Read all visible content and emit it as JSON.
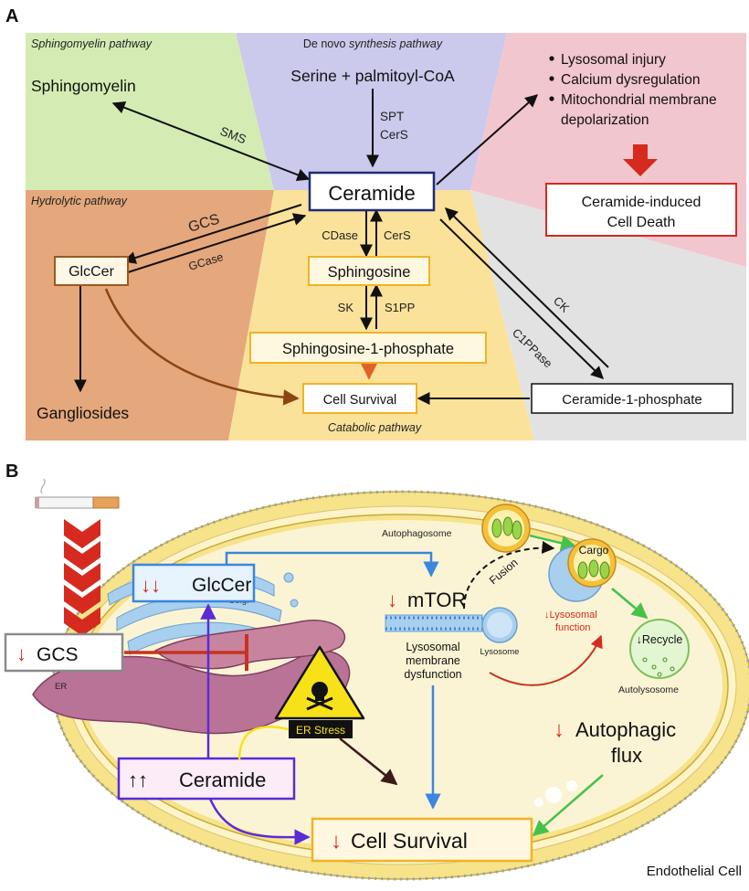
{
  "panel_a": {
    "panel_label": "A",
    "regions": {
      "sphingomyelin": "Sphingomyelin pathway",
      "denovo_prefix": "De novo",
      "denovo_suffix": " synthesis pathway",
      "hydrolytic": "Hydrolytic pathway",
      "catabolic": "Catabolic pathway"
    },
    "nodes": {
      "sphingomyelin": "Sphingomyelin",
      "serine": "Serine + palmitoyl-CoA",
      "ceramide": "Ceramide",
      "glccer": "GlcCer",
      "sphingosine": "Sphingosine",
      "s1p": "Sphingosine-1-phosphate",
      "cell_survival": "Cell Survival",
      "c1p": "Ceramide-1-phosphate",
      "gangliosides": "Gangliosides",
      "cell_death_line1": "Ceramide-induced",
      "cell_death_line2": "Cell Death"
    },
    "enzymes": {
      "sms": "SMS",
      "spt": "SPT",
      "cers_top": "CerS",
      "gcs": "GCS",
      "gcase": "GCase",
      "cdase": "CDase",
      "cers": "CerS",
      "sk": "SK",
      "s1pp": "S1PP",
      "ck": "CK",
      "c1ppase": "C1PPase"
    },
    "effects": [
      "Lysosomal injury",
      "Calcium dysregulation",
      "Mitochondrial membrane",
      "depolarization"
    ],
    "colors": {
      "sphingomyelin_region": "#d4ecb4",
      "denovo_region": "#cbc9ec",
      "death_region": "#f2c6cf",
      "hydrolytic_region": "#e5a77c",
      "catabolic_region": "#fbe29a",
      "c1p_region": "#e2e2e2",
      "node_border_yellow": "#f0b323",
      "glccer_border": "#9b5a1e",
      "death_border": "#d62a1f",
      "ceramide_border": "#1f2a74",
      "survival_arrow": "#8b4513"
    }
  },
  "panel_b": {
    "panel_label": "B",
    "labels": {
      "glccer": "GlcCer",
      "gcs": "GCS",
      "ceramide": "Ceramide",
      "cell_survival": "Cell Survival",
      "mtor": "mTOR",
      "er_stress": "ER Stress",
      "golgi": "Golgi",
      "er": "ER",
      "autophagosome": "Autophagosome",
      "fusion": "Fusion",
      "cargo": "Cargo",
      "lysosome": "Lysosome",
      "lysosomal_function_line1": "Lysosomal",
      "lysosomal_function_line2": "function",
      "recycle": "Recycle",
      "autolysosome": "Autolysosome",
      "lysosomal_dysfunction_line1": "Lysosomal",
      "lysosomal_dysfunction_line2": "membrane",
      "lysosomal_dysfunction_line3": "dysfunction",
      "autophagic_line1": "Autophagic",
      "autophagic_line2": "flux",
      "endothelial_cell": "Endothelial Cell"
    },
    "symbols": {
      "down_arrow": "↓",
      "double_down": "↓↓",
      "double_up": "↑↑"
    },
    "colors": {
      "membrane_head": "#f6e38a",
      "cytoplasm": "#fbf4d4",
      "down_arrow": "#d62a1f",
      "blue_arrow": "#3a86e0",
      "purple_arrow": "#5b2bd6",
      "green_arrow": "#46c24a",
      "red_inhibit": "#c8321e",
      "dark_arrow": "#3b1a1a"
    }
  }
}
